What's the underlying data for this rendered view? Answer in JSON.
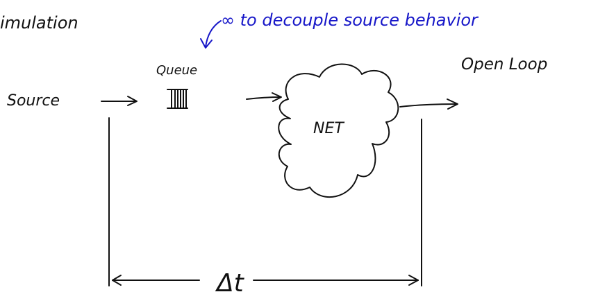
{
  "title_fragment": "imulation",
  "annotation": "∞ to decouple source behavior",
  "mode_label": "Open Loop",
  "nodes": {
    "source": "Source",
    "queue": "Queue",
    "network": "NET"
  },
  "measure_label": "Δt",
  "colors": {
    "ink": "#111111",
    "annotation_ink": "#1616c8",
    "background": "#ffffff"
  }
}
